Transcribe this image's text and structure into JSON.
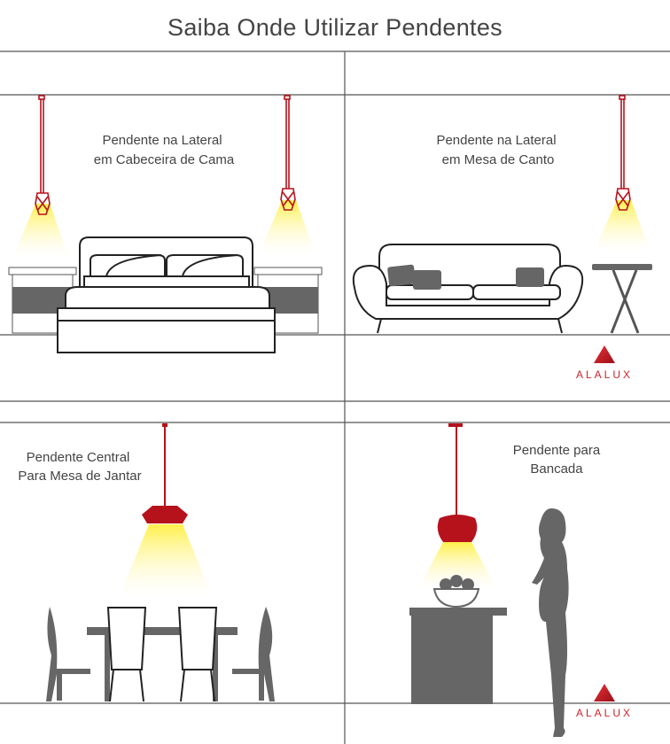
{
  "title": "Saiba Onde Utilizar Pendentes",
  "panels": [
    {
      "line1": "Pendente na Lateral",
      "line2": "em Cabeceira de Cama"
    },
    {
      "line1": "Pendente na Lateral",
      "line2": "em Mesa de Canto"
    },
    {
      "line1": "Pendente Central",
      "line2": "Para Mesa de Jantar"
    },
    {
      "line1": "Pendente para",
      "line2": "Bancada"
    }
  ],
  "logo": "ALALUX",
  "colors": {
    "accent": "#b5121b",
    "light": "#fff27a",
    "furniture": "#666666"
  }
}
